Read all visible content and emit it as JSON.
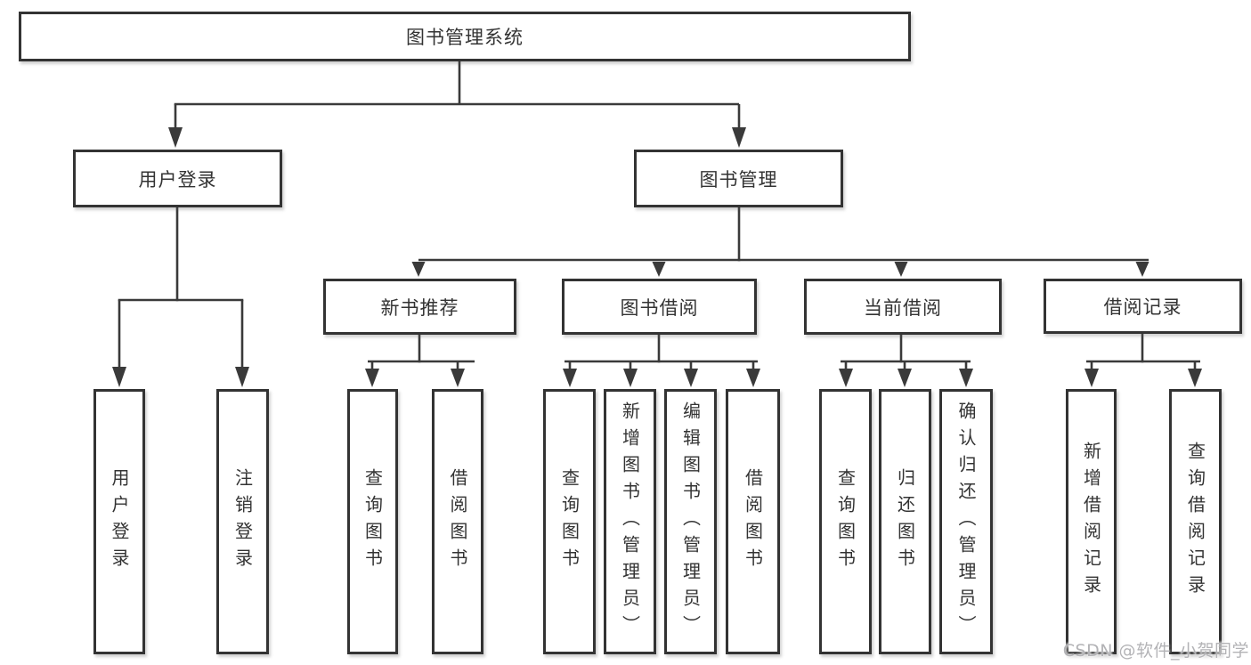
{
  "diagram": {
    "root": "图书管理系统",
    "level2": [
      "用户登录",
      "图书管理"
    ],
    "level3": [
      "新书推荐",
      "图书借阅",
      "当前借阅",
      "借阅记录"
    ],
    "leaves": {
      "user_login": [
        "用户登录",
        "注销登录"
      ],
      "new_book_recommendation": [
        "查询图书",
        "借阅图书"
      ],
      "book_borrowing": [
        "查询图书",
        "新增图书（管理员）",
        "编辑图书（管理员）",
        "借阅图书"
      ],
      "current_borrowing": [
        "查询图书",
        "归还图书",
        "确认归还（管理员）"
      ],
      "borrowing_records": [
        "新增借阅记录",
        "查询借阅记录"
      ]
    }
  },
  "watermark": "CSDN @软件_小贺同学",
  "colors": {
    "line": "#3a3a3a",
    "border": "#333333",
    "text": "#333333",
    "watermark": "#b3b3b6",
    "background": "#ffffff"
  }
}
